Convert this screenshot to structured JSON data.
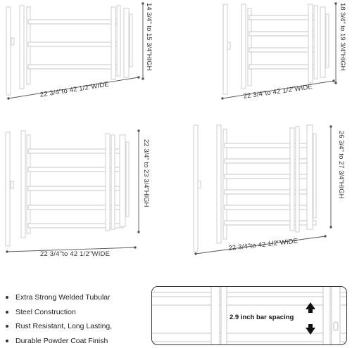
{
  "gates": [
    {
      "width_label": "22 3/4\"to 42 1/2\"WIDE",
      "height_label": "14 3/4\" to 15 3/4\"HIGH",
      "bars": 3
    },
    {
      "width_label": "22 3/4\"to 42 1/2\"WIDE",
      "height_label": "18 3/4\" to 19 3/4\"HIGH",
      "bars": 4
    },
    {
      "width_label": "22 3/4\"to 42 1/2\"WIDE",
      "height_label": "22 3/4\" to 23 3/4\"HIGH",
      "bars": 5
    },
    {
      "width_label": "22 3/4\"to 42 1/2\"WIDE",
      "height_label": "26 3/4\" to 27 3/4\"HIGH",
      "bars": 6
    }
  ],
  "features": [
    "Extra Strong Welded Tubular",
    "Steel Construction",
    "Rust Resistant, Long Lasting,",
    "Durable Powder Coat Finish"
  ],
  "detail": {
    "spacing_label": "2.9 inch bar spacing",
    "icon": "up-down-arrow-icon"
  },
  "colors": {
    "gate": "#d4d4d4",
    "dimension": "#555555",
    "text": "#222222"
  }
}
